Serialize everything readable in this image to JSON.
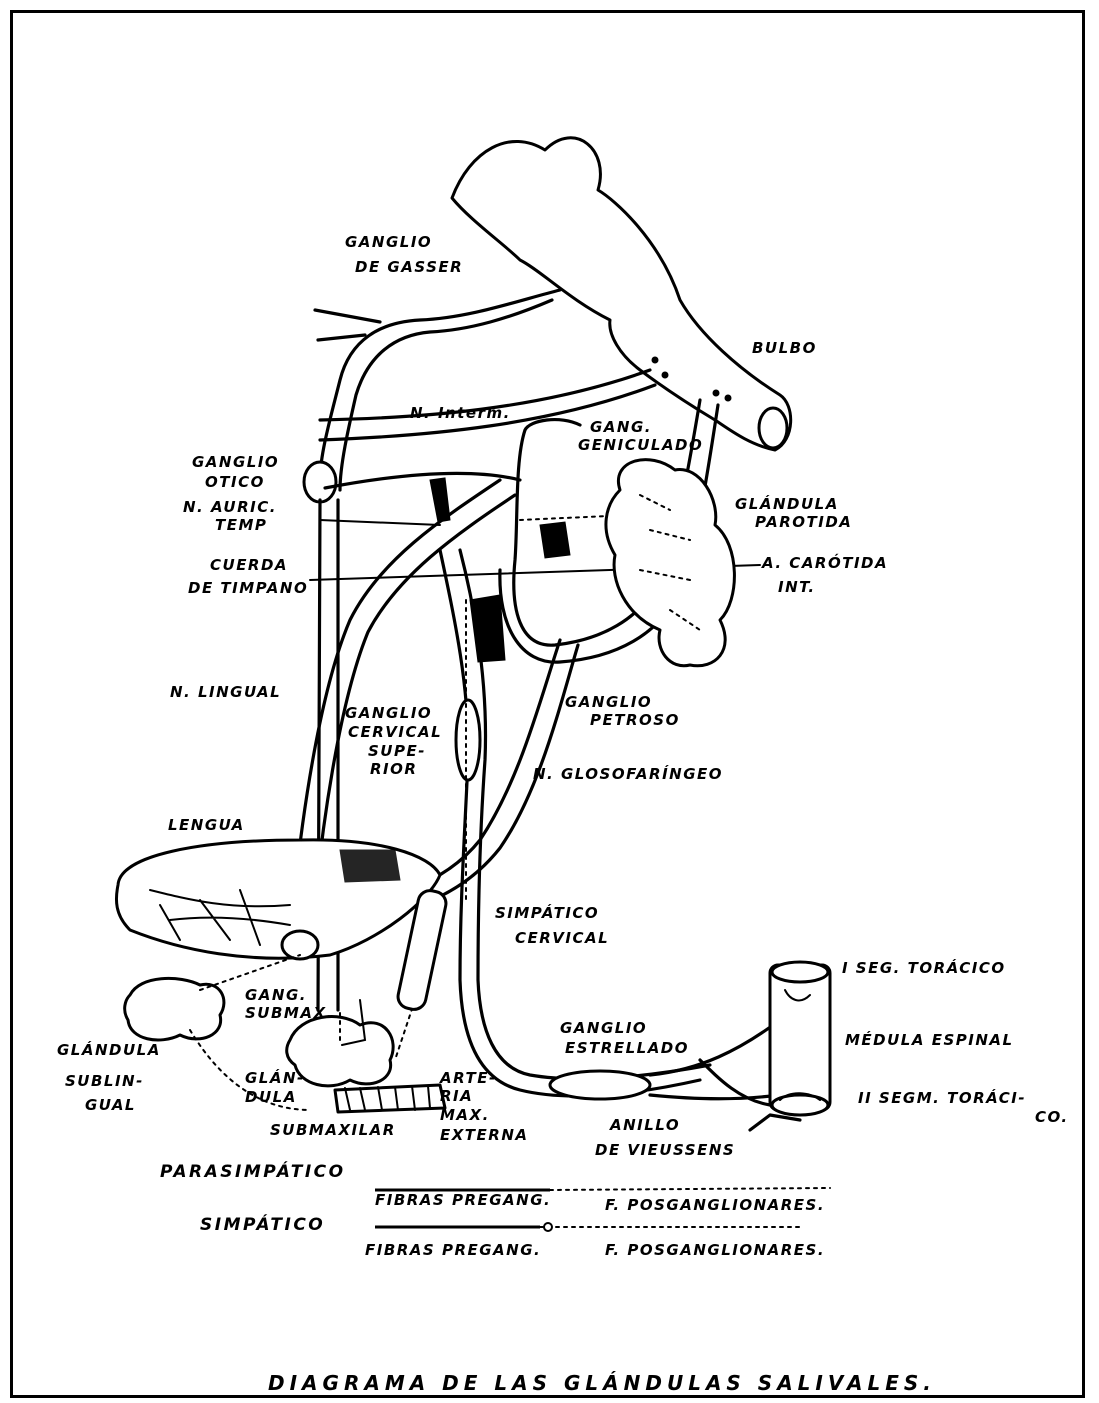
{
  "title": "DIAGRAMA  DE  LAS  GLÁNDULAS  SALIVALES.",
  "labels": {
    "ganglio_gasser": [
      "GANGLIO",
      "DE GASSER"
    ],
    "bulbo": "BULBO",
    "n_interm": "N. Interm.",
    "gang_geniculado": [
      "GANG.",
      "GENICULADO"
    ],
    "ganglio_otico": [
      "GANGLIO",
      "OTICO"
    ],
    "n_auric_temp": [
      "N. AURIC.",
      "TEMP"
    ],
    "glandula_parotida": [
      "GLÁNDULA",
      "PAROTIDA"
    ],
    "cuerda_timpano": [
      "CUERDA",
      "DE TIMPANO"
    ],
    "carotida_int": [
      "A. CARÓTIDA",
      "INT."
    ],
    "n_lingual": "N. LINGUAL",
    "ganglio_cervical": [
      "GANGLIO",
      "CERVICAL",
      "SUPE-",
      "RIOR"
    ],
    "ganglio_petroso": [
      "GANGLIO",
      "PETROSO"
    ],
    "n_glosofaringeo": "N. GLOSOFARÍNGEO",
    "lengua": "LENGUA",
    "simpatico_cervical": [
      "SIMPÁTICO",
      "CERVICAL"
    ],
    "seg_toracico_1": "I SEG. TORÁCICO",
    "medula_espinal": "MÉDULA ESPINAL",
    "seg_toracico_2": [
      "II SEGM. TORÁCI-",
      "CO."
    ],
    "gang_submax": [
      "GANG.",
      "SUBMAX."
    ],
    "ganglio_estrellado": [
      "GANGLIO",
      "ESTRELLADO"
    ],
    "glandula_sublingual": [
      "GLÁNDULA",
      "SUBLIN-",
      "GUAL"
    ],
    "glandula_submaxilar": [
      "GLÁN-",
      "DULA",
      "SUBMAXILAR"
    ],
    "arteria_max_externa": [
      "ARTE-",
      "RIA",
      "MAX.",
      "EXTERNA"
    ],
    "anillo_vieussens": [
      "ANILLO",
      "DE VIEUSSENS"
    ]
  },
  "legend": {
    "parasimpatico": "PARASIMPÁTICO",
    "simpatico": "SIMPÁTICO",
    "fibras_pregang_1": "FIBRAS PREGANG.",
    "f_posgang_1": "F. POSGANGLIONARES.",
    "fibras_pregang_2": "FIBRAS PREGANG.",
    "f_posgang_2": "F. POSGANGLIONARES."
  }
}
